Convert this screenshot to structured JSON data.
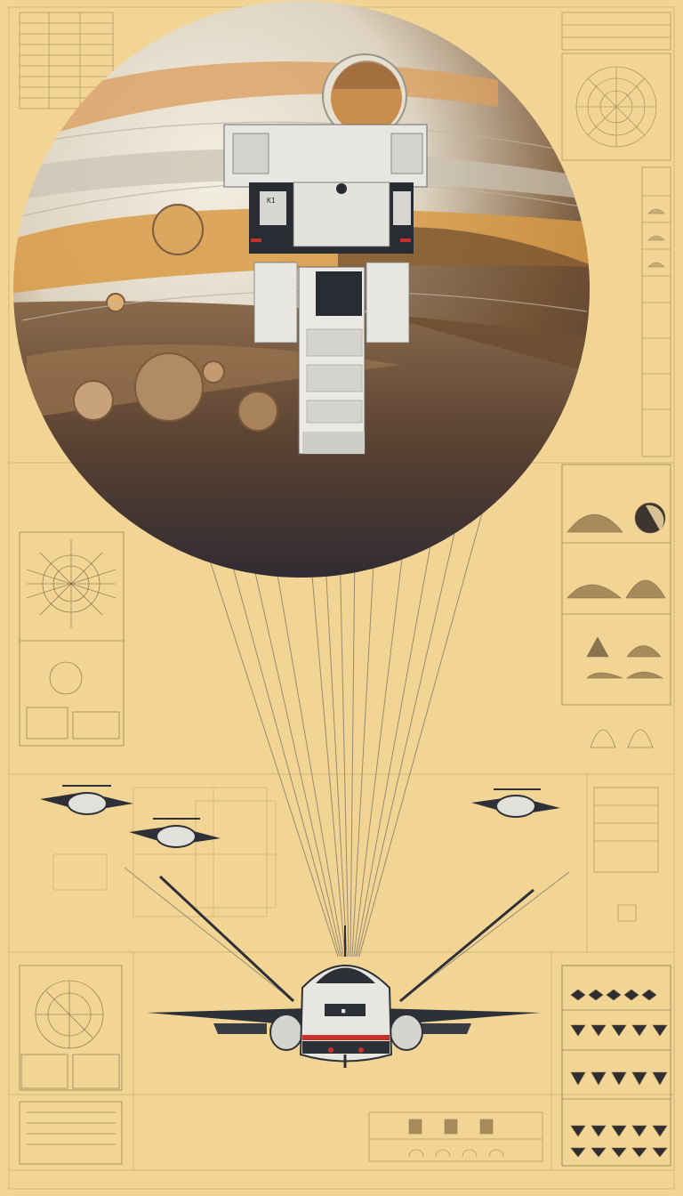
{
  "illustration": {
    "subject": [
      "planet",
      "space-station",
      "cables",
      "lander-ship",
      "small-aircraft",
      "blueprint-panels"
    ],
    "colors": {
      "paper": "#f2d595",
      "ink": "#8a7450",
      "ink_light": "#b59d6d",
      "planet_cream": "#e9e3d4",
      "planet_orange": "#d89a45",
      "planet_brown": "#6b4a2d",
      "planet_shadow": "#2e2a33",
      "hull_white": "#e8e6e0",
      "hull_dark": "#2a2c33",
      "accent_red": "#c8322b"
    },
    "station_label": "K1",
    "ship_label": "■"
  }
}
